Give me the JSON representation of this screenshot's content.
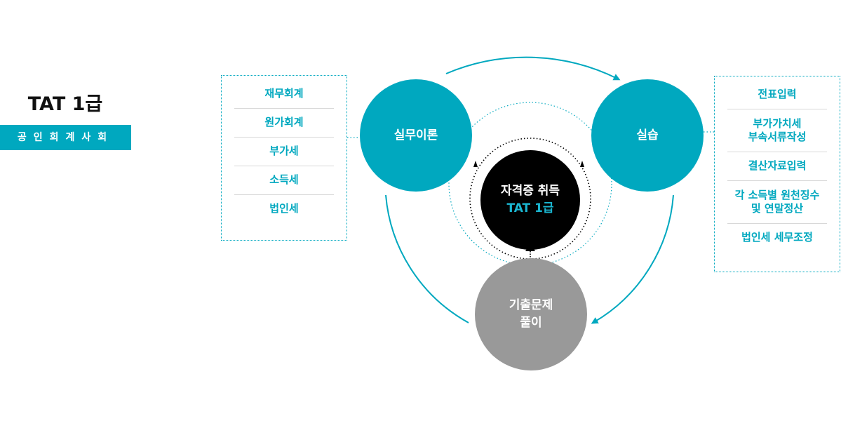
{
  "header": {
    "title": "TAT 1급",
    "badge": "공인회계사회"
  },
  "theory": {
    "label": "실무이론",
    "items": [
      "재무회계",
      "원가회계",
      "부가세",
      "소득세",
      "법인세"
    ]
  },
  "practice": {
    "label": "실습",
    "items": [
      "전표입력",
      "부가가치세\n부속서류작성",
      "결산자료입력",
      "각 소득별 원천징수\n및 연말정산",
      "법인세 세무조정"
    ]
  },
  "exam": {
    "label": "기출문제\n풀이"
  },
  "center": {
    "line1": "자격증 취득",
    "line2": "TAT 1급"
  },
  "colors": {
    "accent": "#00a8bf",
    "gray": "#999999",
    "center": "#000000"
  }
}
